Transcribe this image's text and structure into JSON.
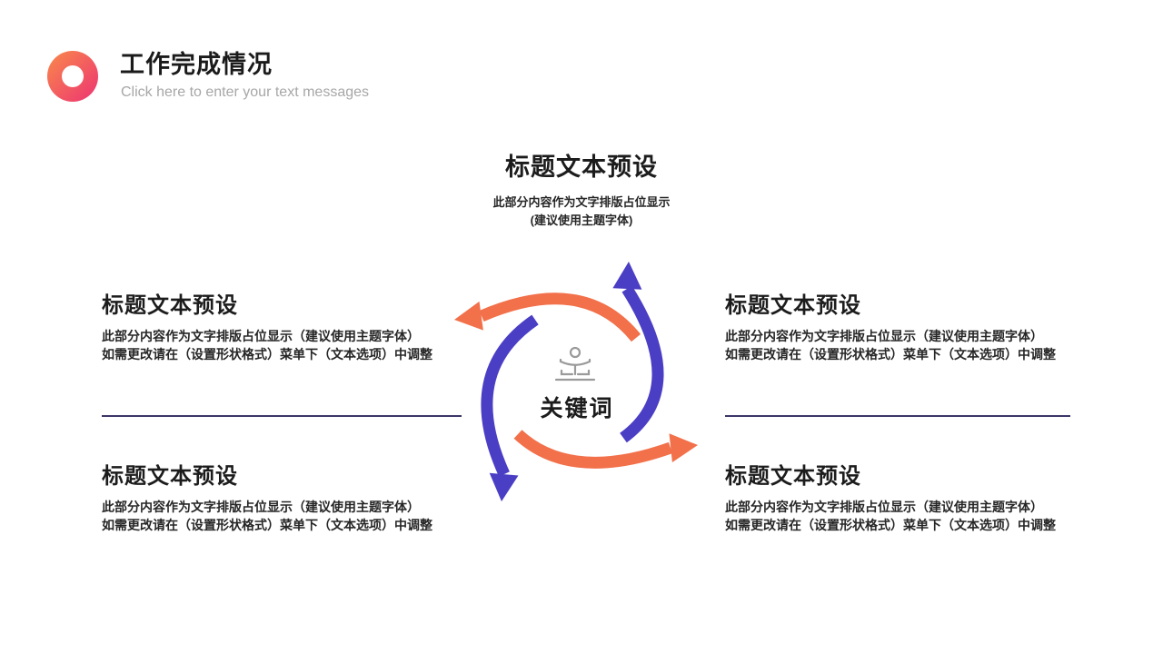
{
  "header": {
    "title": "工作完成情况",
    "subtitle": "Click here to enter your text messages"
  },
  "blocks": {
    "top": {
      "title": "标题文本预设",
      "lines": [
        "此部分内容作为文字排版占位显示",
        "(建议使用主题字体)"
      ]
    },
    "left_mid": {
      "title": "标题文本预设",
      "lines": [
        "此部分内容作为文字排版占位显示（建议使用主题字体）",
        "如需更改请在（设置形状格式）菜单下（文本选项）中调整"
      ]
    },
    "right_mid": {
      "title": "标题文本预设",
      "lines": [
        "此部分内容作为文字排版占位显示（建议使用主题字体）",
        "如需更改请在（设置形状格式）菜单下（文本选项）中调整"
      ]
    },
    "left_bottom": {
      "title": "标题文本预设",
      "lines": [
        "此部分内容作为文字排版占位显示（建议使用主题字体）",
        "如需更改请在（设置形状格式）菜单下（文本选项）中调整"
      ]
    },
    "right_bottom": {
      "title": "标题文本预设",
      "lines": [
        "此部分内容作为文字排版占位显示（建议使用主题字体）",
        "如需更改请在（设置形状格式）菜单下（文本选项）中调整"
      ]
    }
  },
  "center": {
    "keyword": "关键词",
    "icon": "presenter-podium-icon"
  },
  "colors": {
    "arrow_orange": "#f2704a",
    "arrow_blue": "#4a3ec4",
    "donut_gradient_start": "#f8814f",
    "donut_gradient_end": "#ee3c6e",
    "divider": "#3c3668",
    "title_text": "#1b1b1b",
    "body_text": "#262626",
    "subtitle_gray": "#a7a7a7",
    "icon_gray": "#9a9a9a"
  }
}
